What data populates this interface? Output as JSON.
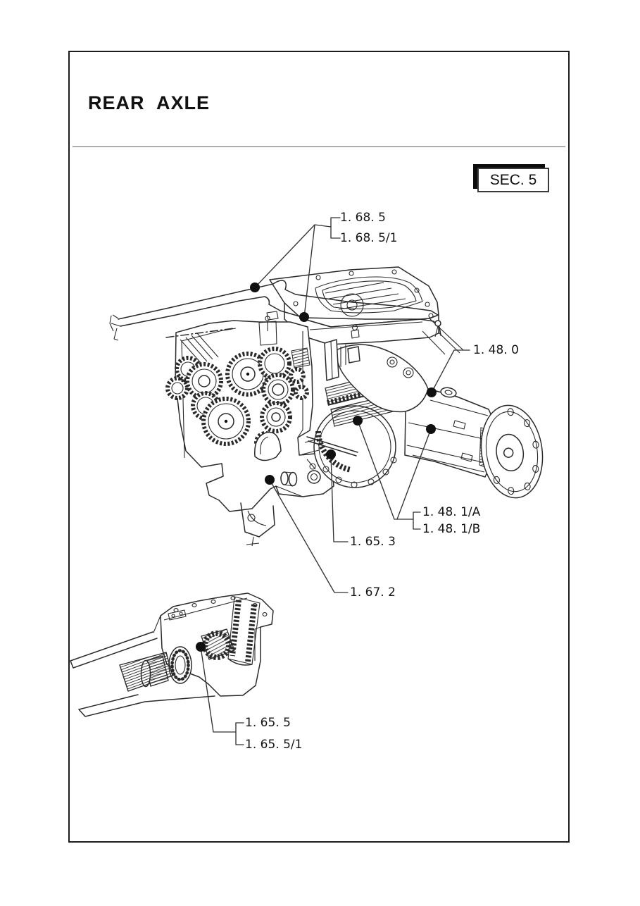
{
  "page": {
    "title": "REAR  AXLE",
    "section_badge": "SEC. 5"
  },
  "callouts": [
    {
      "id": "1-68-5",
      "label": "1. 68. 5"
    },
    {
      "id": "1-68-5-1",
      "label": "1. 68. 5/1"
    },
    {
      "id": "1-48-0",
      "label": "1. 48. 0"
    },
    {
      "id": "1-48-1-a",
      "label": "1. 48. 1/A"
    },
    {
      "id": "1-48-1-b",
      "label": "1. 48. 1/B"
    },
    {
      "id": "1-65-3",
      "label": "1. 65. 3"
    },
    {
      "id": "1-67-2",
      "label": "1. 67. 2"
    },
    {
      "id": "1-65-5",
      "label": "1. 65. 5"
    },
    {
      "id": "1-65-5-1",
      "label": "1. 65. 5/1"
    }
  ],
  "colors": {
    "line": "#2a2a2a",
    "divider": "#adadad",
    "background": "#ffffff",
    "text": "#111111"
  }
}
